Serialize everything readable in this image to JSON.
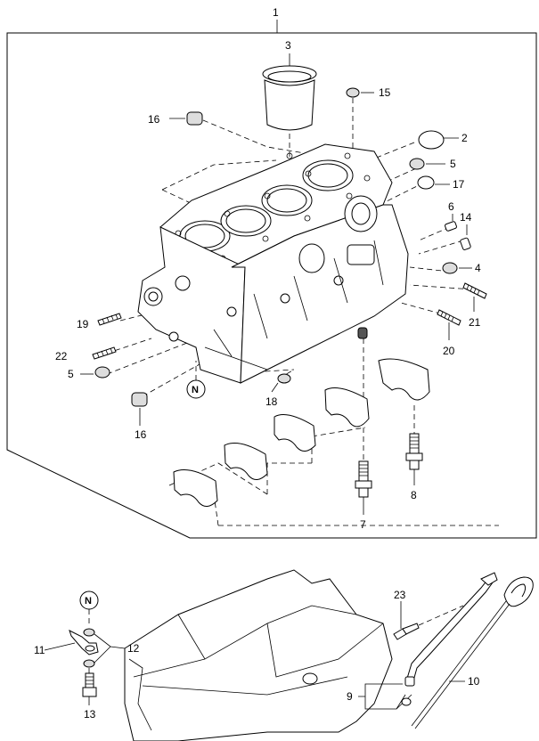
{
  "callouts": {
    "c1": "1",
    "c2": "2",
    "c3": "3",
    "c4": "4",
    "c5a": "5",
    "c5b": "5",
    "c6": "6",
    "c7": "7",
    "c8": "8",
    "c9": "9",
    "c10": "10",
    "c11": "11",
    "c12": "12",
    "c13": "13",
    "c14": "14",
    "c15": "15",
    "c16a": "16",
    "c16b": "16",
    "c17": "17",
    "c18": "18",
    "c19": "19",
    "c20": "20",
    "c21": "21",
    "c22": "22",
    "c23": "23"
  },
  "badges": {
    "nut_upper": "N",
    "nut_lower": "N"
  }
}
